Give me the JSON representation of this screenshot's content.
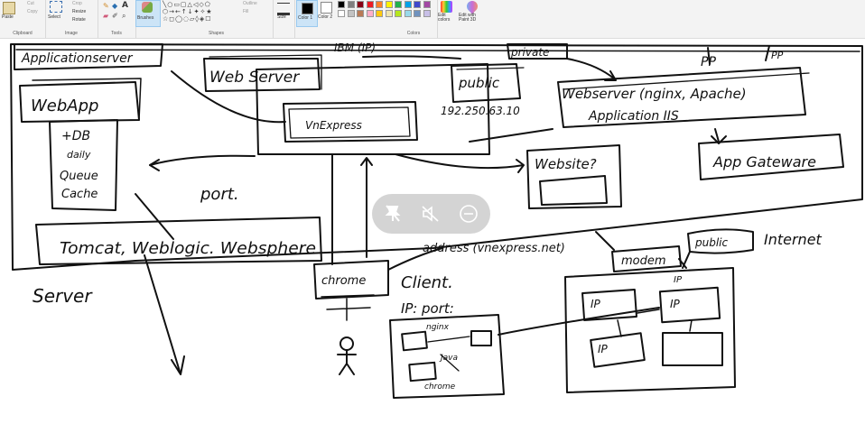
{
  "ribbon": {
    "clipboard": {
      "label": "Clipboard",
      "paste": "Paste",
      "cut": "Cut",
      "copy": "Copy"
    },
    "image": {
      "label": "Image",
      "select": "Select",
      "crop": "Crop",
      "resize": "Resize",
      "rotate": "Rotate"
    },
    "tools": {
      "label": "Tools"
    },
    "brushes": {
      "label": "Brushes"
    },
    "shapes": {
      "label": "Shapes",
      "outline": "Outline",
      "fill": "Fill"
    },
    "size": {
      "label": "Size"
    },
    "color1": {
      "label": "Color 1"
    },
    "color2": {
      "label": "Color 2"
    },
    "colors": {
      "label": "Colors"
    },
    "edit_colors": "Edit colors",
    "edit_paint3d": "Edit with Paint 3D"
  },
  "palette": [
    "#000000",
    "#7f7f7f",
    "#880015",
    "#ed1c24",
    "#ff7f27",
    "#fff200",
    "#22b14c",
    "#00a2e8",
    "#3f48cc",
    "#a349a4",
    "#ffffff",
    "#c3c3c3",
    "#b97a57",
    "#ffaec9",
    "#ffc90e",
    "#efe4b0",
    "#b5e61d",
    "#99d9ea",
    "#7092be",
    "#c8bfe7"
  ],
  "canvas_text": {
    "app_server": "Applicationserver",
    "web_app": "WebApp",
    "db": "+DB",
    "daily": "daily",
    "queue": "Queue",
    "cache": "Cache",
    "port_mid": "port.",
    "tomcat": "Tomcat, Weblogic. Websphere",
    "server": "Server",
    "web_server": "Web Server",
    "ibm": "IBM (IP)",
    "private": "private",
    "public": "public",
    "ip_addr": "192.250.63.10",
    "vnexpress": "VnExpress",
    "webserver_nginx": "Webserver (nginx, Apache)",
    "app_iis": "Application IIS",
    "pp": "PP",
    "pp2": "PP",
    "appgateware": "App Gateware",
    "website": "Website?",
    "address": "address (vnexpress.net)",
    "modem": "modem",
    "public2": "public",
    "internet": "Internet",
    "chrome": "chrome",
    "client": "Client.",
    "ip_port": "IP: port:",
    "nginx": "nginx",
    "java": "Java",
    "chrome2": "chrome",
    "ip_a": "IP",
    "ip_b": "IP",
    "ip_c": "IP",
    "ip_d": "IP"
  },
  "overlay": {
    "icons": [
      "pin-off-icon",
      "mute-icon",
      "minus-circle-icon"
    ]
  }
}
